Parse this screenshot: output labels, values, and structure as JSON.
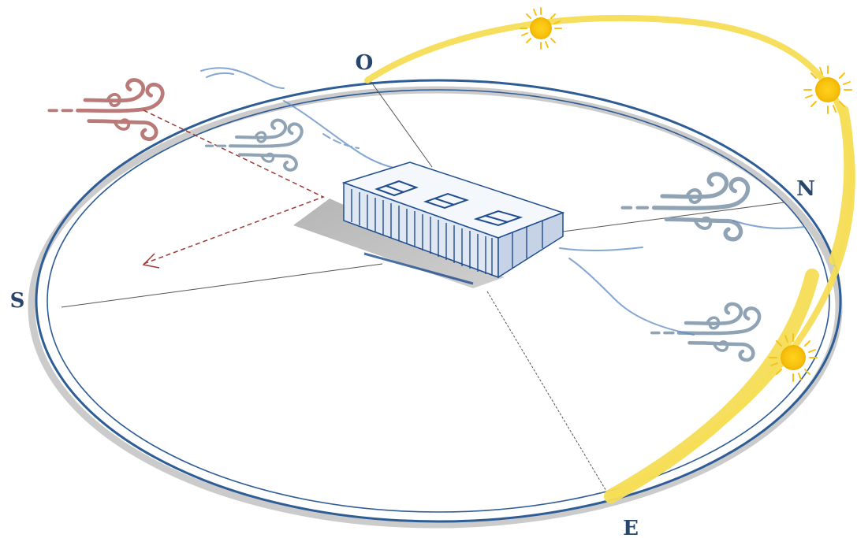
{
  "compass": {
    "north": "N",
    "south": "S",
    "east": "E",
    "west": "O"
  },
  "colors": {
    "ring": "#2e5c95",
    "ring_shadow": "#9a9a9a",
    "sun_path": "#f6dd55",
    "sun_core": "#f5c518",
    "wind_grey": "#8fa3b5",
    "wind_red": "#b97a78",
    "building": "#1f4d8f",
    "building_shadow": "#a8a8a8",
    "guide_line": "#555555"
  },
  "icons": {
    "sun": "sun-icon",
    "wind": "wind-gust-icon",
    "building": "building-block-icon"
  }
}
